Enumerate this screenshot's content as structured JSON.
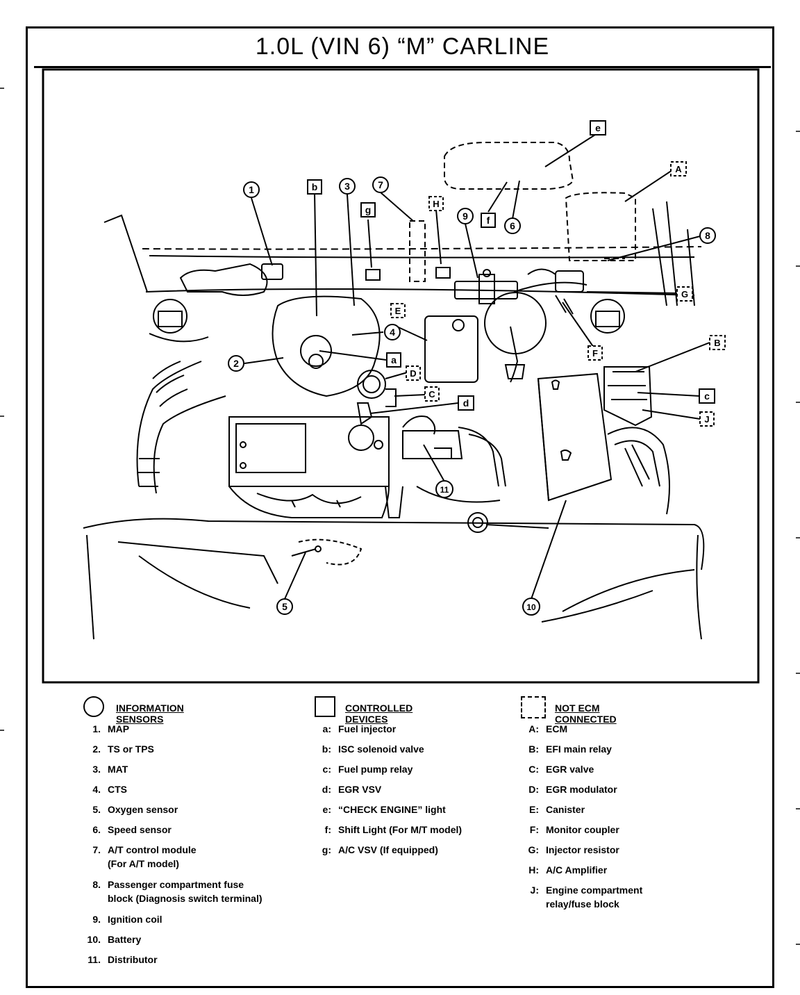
{
  "title": "1.0L  (VIN 6)  “M”   CARLINE",
  "callouts": {
    "circles": [
      "1",
      "2",
      "3",
      "4",
      "5",
      "6",
      "7",
      "8",
      "9",
      "10",
      "11"
    ],
    "boxes": [
      "a",
      "b",
      "c",
      "d",
      "e",
      "f",
      "g"
    ],
    "dashed": [
      "A",
      "B",
      "C",
      "D",
      "E",
      "F",
      "G",
      "H",
      "J"
    ]
  },
  "legend": {
    "info": {
      "heading": "INFORMATION SENSORS",
      "items": [
        {
          "k": "1.",
          "v": "MAP"
        },
        {
          "k": "2.",
          "v": "TS or TPS"
        },
        {
          "k": "3.",
          "v": "MAT"
        },
        {
          "k": "4.",
          "v": "CTS"
        },
        {
          "k": "5.",
          "v": "Oxygen sensor"
        },
        {
          "k": "6.",
          "v": "Speed sensor"
        },
        {
          "k": "7.",
          "v": "A/T control module",
          "v2": "(For A/T model)"
        },
        {
          "k": "8.",
          "v": "Passenger compartment fuse",
          "v2": "block (Diagnosis switch terminal)"
        },
        {
          "k": "9.",
          "v": "Ignition coil"
        },
        {
          "k": "10.",
          "v": "Battery"
        },
        {
          "k": "11.",
          "v": "Distributor"
        }
      ]
    },
    "controlled": {
      "heading": "CONTROLLED DEVICES",
      "items": [
        {
          "k": "a:",
          "v": "Fuel injector"
        },
        {
          "k": "b:",
          "v": "ISC solenoid valve"
        },
        {
          "k": "c:",
          "v": "Fuel pump relay"
        },
        {
          "k": "d:",
          "v": "EGR VSV"
        },
        {
          "k": "e:",
          "v": "“CHECK ENGINE” light"
        },
        {
          "k": "f:",
          "v": "Shift Light (For M/T model)"
        },
        {
          "k": "g:",
          "v": "A/C VSV (If equipped)"
        }
      ]
    },
    "notecm": {
      "heading": "NOT ECM CONNECTED",
      "items": [
        {
          "k": "A:",
          "v": "ECM"
        },
        {
          "k": "B:",
          "v": "EFI main relay"
        },
        {
          "k": "C:",
          "v": "EGR valve"
        },
        {
          "k": "D:",
          "v": "EGR modulator"
        },
        {
          "k": "E:",
          "v": "Canister"
        },
        {
          "k": "F:",
          "v": "Monitor coupler"
        },
        {
          "k": "G:",
          "v": "Injector resistor"
        },
        {
          "k": "H:",
          "v": "A/C Amplifier"
        },
        {
          "k": "J:",
          "v": "Engine compartment",
          "v2": "relay/fuse block"
        }
      ]
    }
  }
}
